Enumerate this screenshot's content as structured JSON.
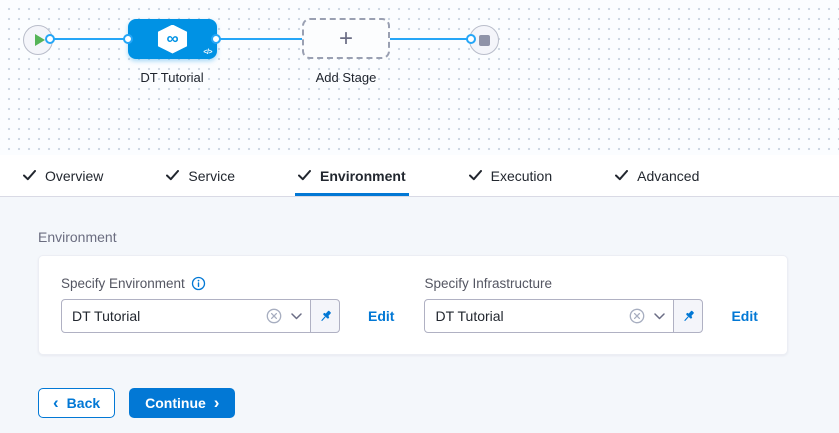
{
  "pipeline_canvas": {
    "stage": {
      "label": "DT Tutorial",
      "icon": "∞",
      "code_badge": "</>"
    },
    "add_stage": {
      "label": "Add Stage",
      "plus": "+"
    }
  },
  "tabs": {
    "check": "✓",
    "items": [
      {
        "label": "Overview"
      },
      {
        "label": "Service"
      },
      {
        "label": "Environment"
      },
      {
        "label": "Execution"
      },
      {
        "label": "Advanced"
      }
    ],
    "active": "Environment"
  },
  "environment_section": {
    "title": "Environment",
    "specify_environment": {
      "label": "Specify Environment",
      "value": "DT Tutorial",
      "edit_label": "Edit"
    },
    "specify_infrastructure": {
      "label": "Specify Infrastructure",
      "value": "DT Tutorial",
      "edit_label": "Edit"
    }
  },
  "footer": {
    "back_chevron": "‹",
    "back_label": "Back",
    "continue_label": "Continue",
    "continue_chevron": "›"
  },
  "colors": {
    "primary": "#0278d5",
    "node_blue": "#0092e4",
    "line_blue": "#25a6f7",
    "play_green": "#55b457",
    "canvas_dot": "#ccd6e2"
  }
}
